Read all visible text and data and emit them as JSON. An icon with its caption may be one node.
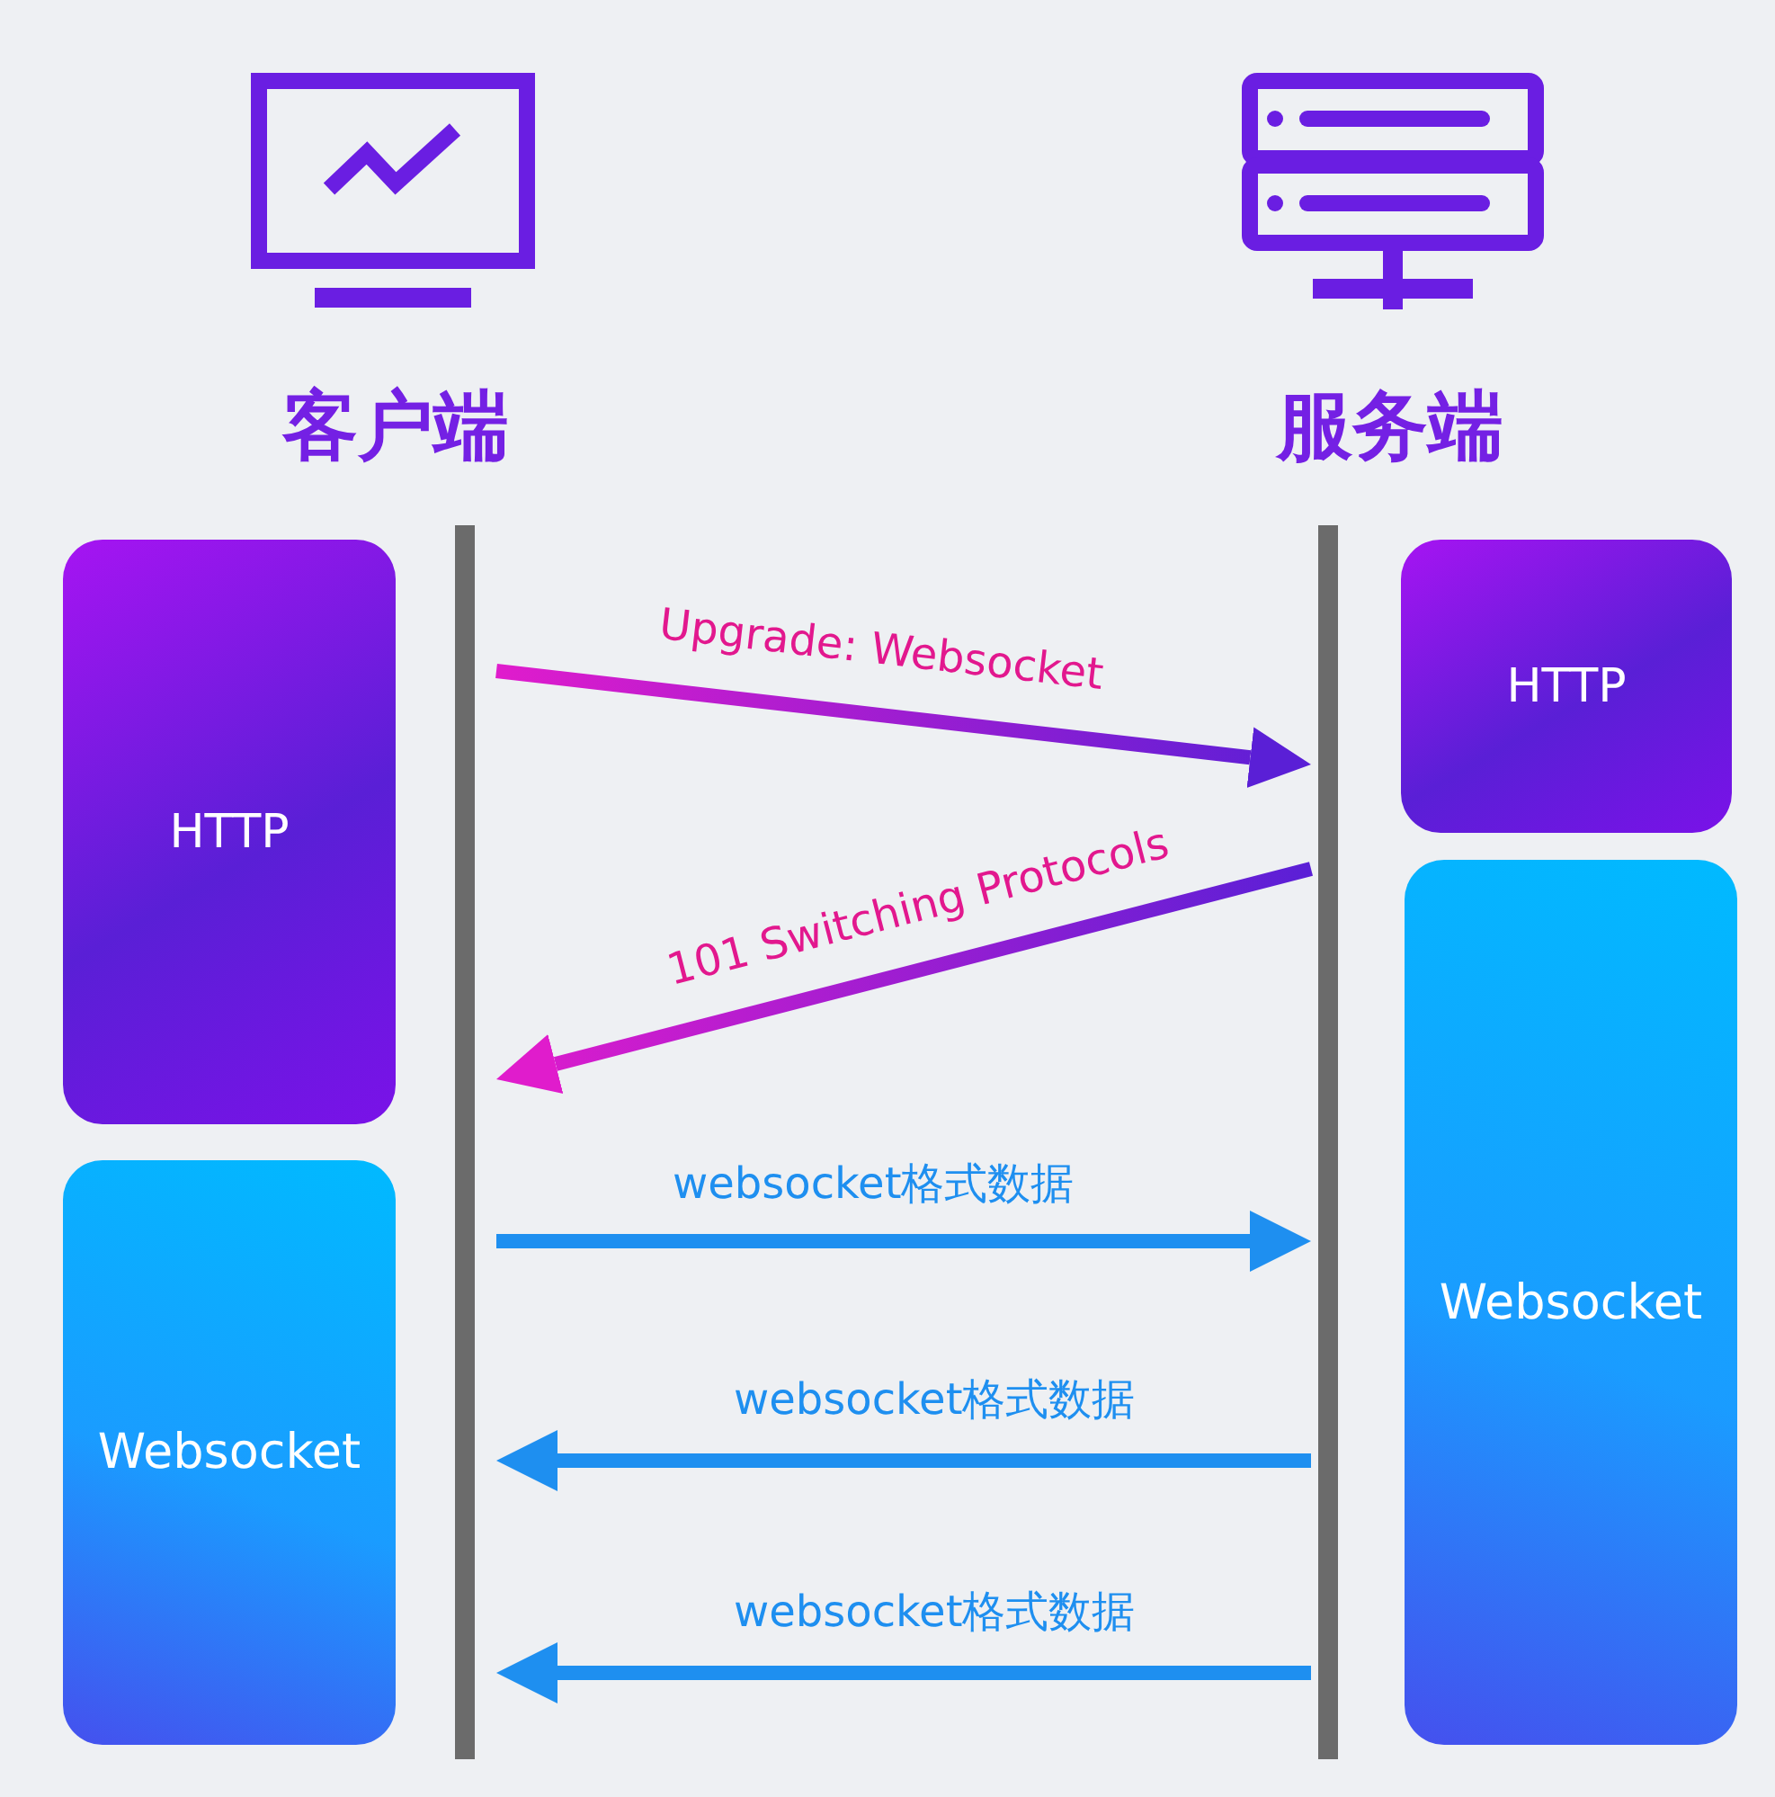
{
  "diagram": {
    "nodes": [
      {
        "text": [
          "客户端"
        ]
      },
      {
        "text": [
          "服务端"
        ]
      },
      {
        "text": [
          "HTTP"
        ]
      },
      {
        "text": [],
        "shape": "bar"
      },
      {
        "text": [],
        "shape": "bar"
      },
      {
        "text": [
          "HTTP"
        ]
      },
      {
        "text": [
          "Websocket"
        ]
      },
      {
        "text": [
          "Websocket"
        ]
      }
    ],
    "edges": [
      {
        "from": 3,
        "to": 4,
        "arrow": "to",
        "label": "Upgrade: Websocket",
        "color": "#e01ccc"
      },
      {
        "from": 4,
        "to": 3,
        "arrow": "to",
        "label": "101 Switching Protocols",
        "color": "#e01ccc"
      },
      {
        "from": 3,
        "to": 4,
        "arrow": "to",
        "label": "websocket格式数据"
      },
      {
        "from": 4,
        "to": 3,
        "arrow": "to",
        "label": "websocket格式数据"
      },
      {
        "from": 4,
        "to": 3,
        "arrow": "to",
        "label": "websocket格式数据"
      }
    ]
  }
}
